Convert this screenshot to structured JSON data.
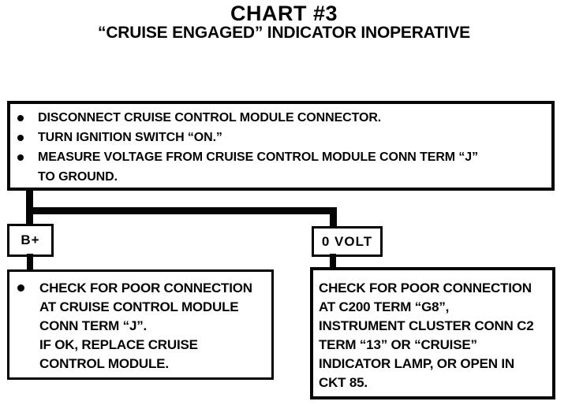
{
  "title": "CHART #3",
  "subtitle": "“CRUISE ENGAGED” INDICATOR INOPERATIVE",
  "procedure_box": {
    "steps": [
      "DISCONNECT CRUISE CONTROL MODULE CONNECTOR.",
      "TURN IGNITION SWITCH “ON.”",
      "MEASURE VOLTAGE FROM CRUISE CONTROL MODULE CONN TERM “J”\nTO GROUND."
    ]
  },
  "branches": {
    "left": {
      "result_label": "B+",
      "action_text": "CHECK FOR POOR CONNECTION\nAT CRUISE CONTROL MODULE\nCONN TERM “J”.\nIF OK, REPLACE CRUISE\nCONTROL MODULE."
    },
    "right": {
      "result_label": "0 VOLT",
      "action_text": "CHECK FOR POOR CONNECTION\nAT C200 TERM “G8”,\nINSTRUMENT CLUSTER CONN C2\nTERM “13” OR “CRUISE”\nINDICATOR LAMP, OR OPEN IN\nCKT 85."
    }
  },
  "colors": {
    "ink": "#050505",
    "paper": "#ffffff"
  }
}
